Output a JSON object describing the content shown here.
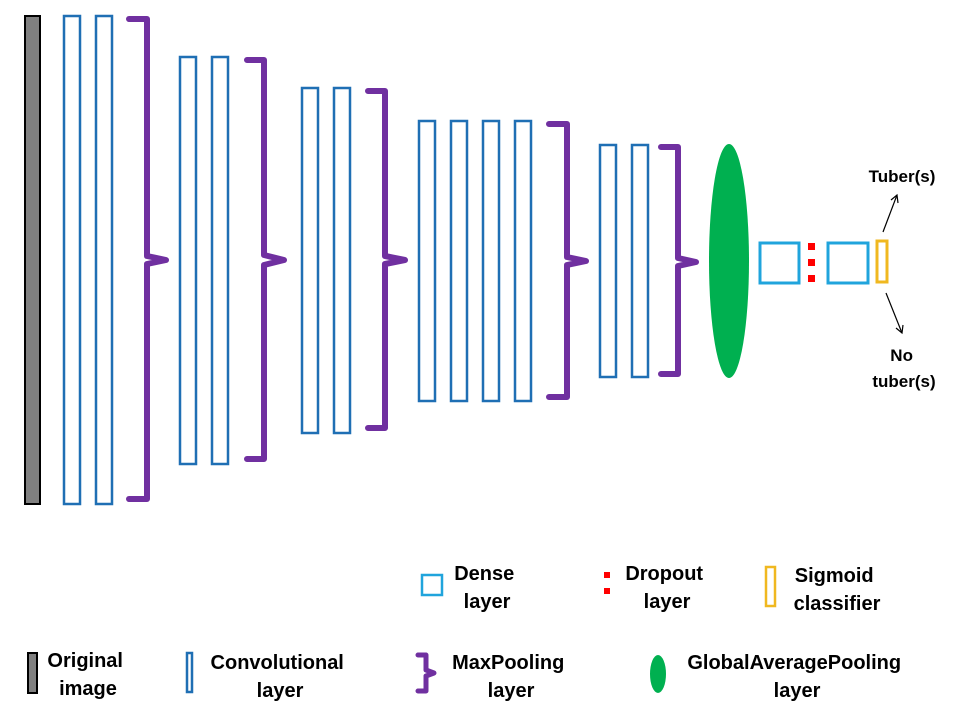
{
  "colors": {
    "original_image": "#808080",
    "convolutional": "#1f6fb4",
    "maxpooling": "#7030a0",
    "global_average_pooling": "#00b050",
    "dense": "#20a4dc",
    "dropout": "#ff0000",
    "sigmoid": "#f0b820"
  },
  "outputs": {
    "positive": [
      "Tuber(s)"
    ],
    "negative": [
      "No",
      "tuber(s)"
    ]
  },
  "legend": {
    "dense": [
      "Dense",
      "layer"
    ],
    "dropout": [
      "Dropout",
      "layer"
    ],
    "sigmoid": [
      "Sigmoid",
      "classifier"
    ],
    "original_image": [
      "Original",
      "image"
    ],
    "convolutional": [
      "Convolutional",
      "layer"
    ],
    "maxpooling": [
      "MaxPooling",
      "layer"
    ],
    "global_average_pooling": [
      "GlobalAveragePooling",
      "layer"
    ]
  }
}
